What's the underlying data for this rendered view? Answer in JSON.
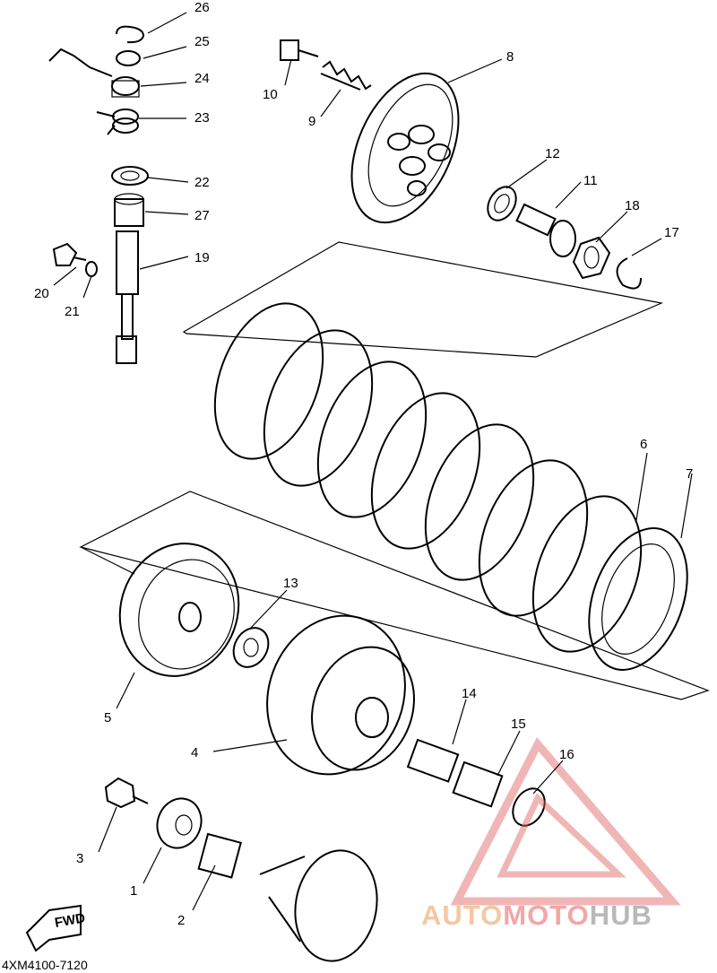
{
  "diagram": {
    "drawing_code": "4XM4100-7120",
    "watermark": {
      "part1": "AUTO",
      "part2": "MOTO",
      "part3": "HUB"
    },
    "fwd_label": "FWD",
    "callouts": [
      "1",
      "2",
      "3",
      "4",
      "5",
      "6",
      "7",
      "8",
      "9",
      "10",
      "11",
      "12",
      "13",
      "14",
      "15",
      "16",
      "17",
      "18",
      "19",
      "20",
      "21",
      "22",
      "23",
      "24",
      "25",
      "26",
      "27"
    ]
  }
}
